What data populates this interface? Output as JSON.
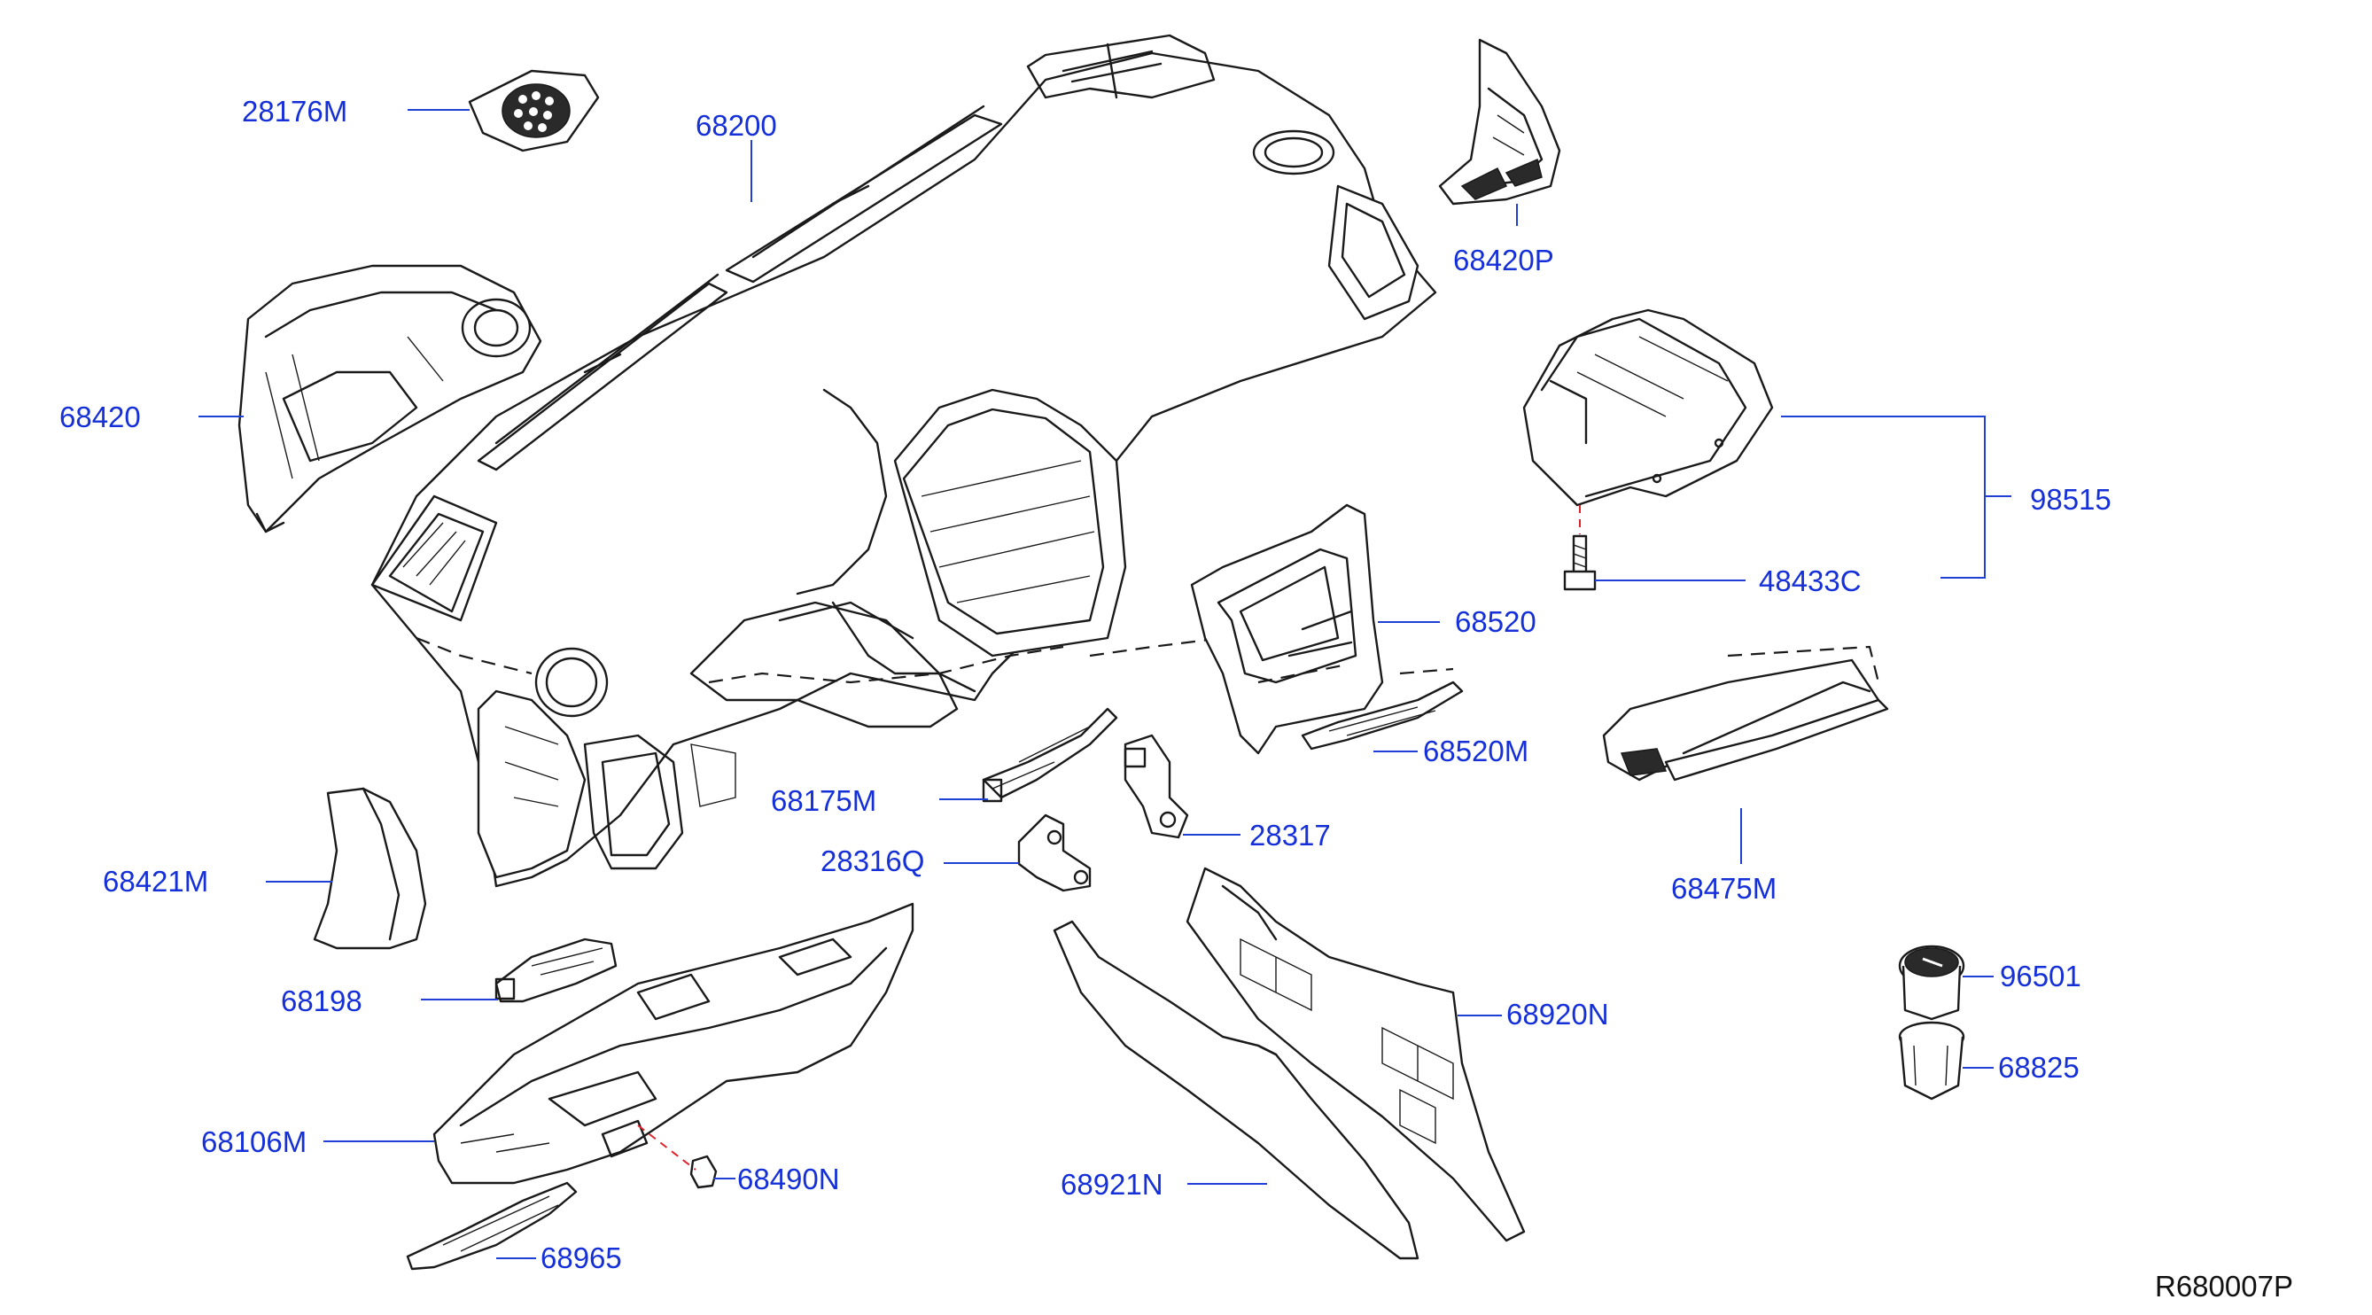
{
  "diagram": {
    "reference_code": "R680007P",
    "colors": {
      "callout_text": "#1530d8",
      "leader_line": "#1f3fd6",
      "hidden_fastener_line": "#e0202a",
      "part_outline": "#1a1a1a"
    },
    "parts": [
      {
        "id": "28176M",
        "label": "28176M"
      },
      {
        "id": "68200",
        "label": "68200"
      },
      {
        "id": "68420P",
        "label": "68420P"
      },
      {
        "id": "68420",
        "label": "68420"
      },
      {
        "id": "98515",
        "label": "98515"
      },
      {
        "id": "48433C",
        "label": "48433C"
      },
      {
        "id": "68520",
        "label": "68520"
      },
      {
        "id": "68520M",
        "label": "68520M"
      },
      {
        "id": "68175M",
        "label": "68175M"
      },
      {
        "id": "28317",
        "label": "28317"
      },
      {
        "id": "28316Q",
        "label": "28316Q"
      },
      {
        "id": "68475M",
        "label": "68475M"
      },
      {
        "id": "68421M",
        "label": "68421M"
      },
      {
        "id": "96501",
        "label": "96501"
      },
      {
        "id": "68198",
        "label": "68198"
      },
      {
        "id": "68920N",
        "label": "68920N"
      },
      {
        "id": "68825",
        "label": "68825"
      },
      {
        "id": "68106M",
        "label": "68106M"
      },
      {
        "id": "68490N",
        "label": "68490N"
      },
      {
        "id": "68921N",
        "label": "68921N"
      },
      {
        "id": "68965",
        "label": "68965"
      }
    ]
  }
}
